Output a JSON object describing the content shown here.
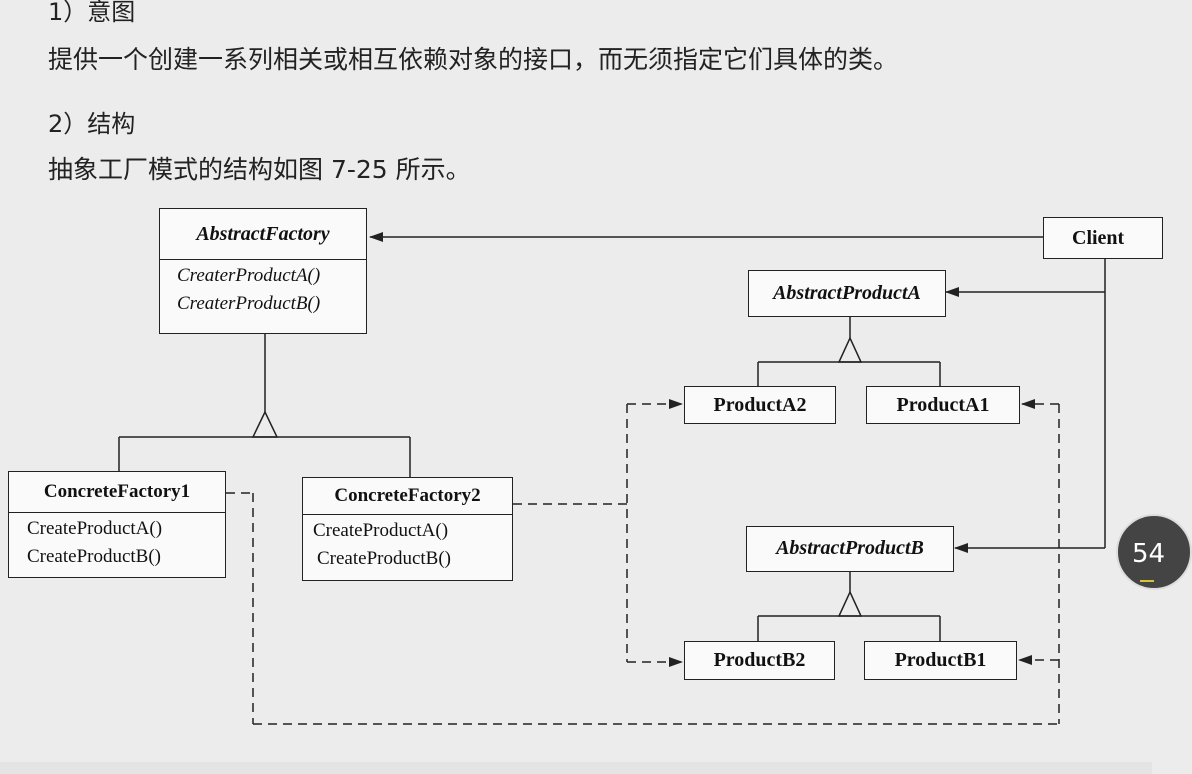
{
  "text": {
    "heading_intent": "1）意图",
    "intent": "提供一个创建一系列相关或相互依赖对象的接口，而无须指定它们具体的类。",
    "heading_structure": "2）结构",
    "structure": "抽象工厂模式的结构如图 7-25 所示。"
  },
  "diagram": {
    "abstract_factory": {
      "name": "AbstractFactory",
      "ops": [
        "CreaterProductA()",
        "CreaterProductB()"
      ]
    },
    "concrete_factory_1": {
      "name": "ConcreteFactory1",
      "ops": [
        "CreateProductA()",
        "CreateProductB()"
      ]
    },
    "concrete_factory_2": {
      "name": "ConcreteFactory2",
      "ops": [
        "CreateProductA()",
        "CreateProductB()"
      ]
    },
    "client": "Client",
    "abstract_product_a": "AbstractProductA",
    "abstract_product_b": "AbstractProductB",
    "product_a2": "ProductA2",
    "product_a1": "ProductA1",
    "product_b2": "ProductB2",
    "product_b1": "ProductB1"
  },
  "badge": {
    "page_number": "54"
  }
}
